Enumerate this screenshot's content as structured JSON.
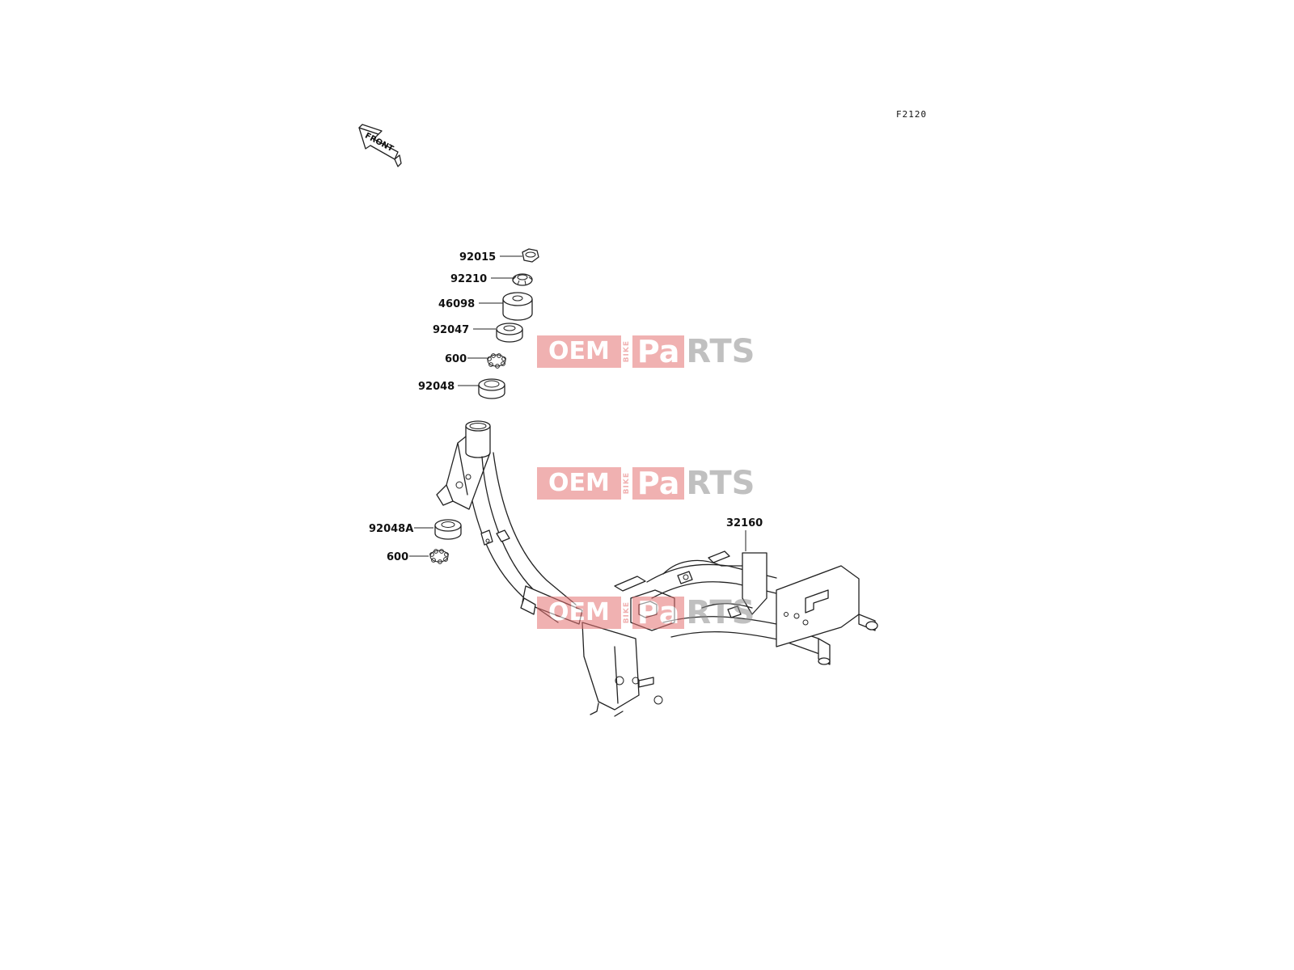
{
  "diagram_code": "F2120",
  "front_arrow_label": "FRONT",
  "parts": [
    {
      "number": "92015"
    },
    {
      "number": "92210"
    },
    {
      "number": "46098"
    },
    {
      "number": "92047"
    },
    {
      "number": "600"
    },
    {
      "number": "92048"
    },
    {
      "number": "92048A"
    },
    {
      "number": "600"
    },
    {
      "number": "32160"
    }
  ],
  "watermark": {
    "oem": "OEM",
    "bike": "BIKE",
    "pa": "Pa",
    "rts": "RTS",
    "color": "#e57373"
  },
  "colors": {
    "line": "#222222",
    "background": "#ffffff"
  }
}
